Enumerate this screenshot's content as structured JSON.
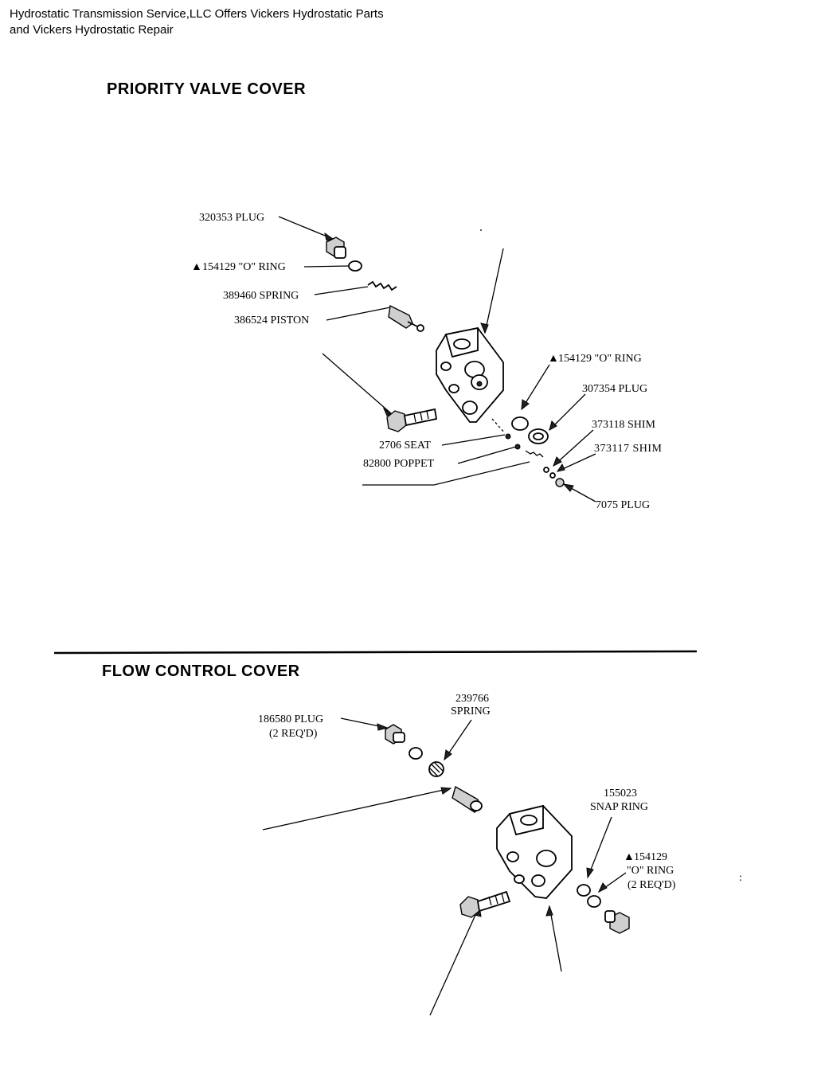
{
  "header": {
    "line1": "Hydrostatic Transmission Service,LLC Offers Vickers Hydrostatic Parts",
    "line2": "and Vickers Hydrostatic Repair"
  },
  "priority": {
    "title": "PRIORITY VALVE COVER",
    "labels": {
      "plug_320353": "320353 PLUG",
      "oring_top": "154129 \"O\" RING",
      "spring_389460": "389460 SPRING",
      "piston_386524": "386524 PISTON",
      "oring_right": "154129 \"O\" RING",
      "plug_307354": "307354 PLUG",
      "shim_373118": "373118 SHIM",
      "shim_373117": "373117 SHIM",
      "seat_2706": "2706 SEAT",
      "poppet_82800": "82800 POPPET",
      "plug_7075": "7075 PLUG"
    },
    "triangle": "▲"
  },
  "flow": {
    "title": "FLOW CONTROL COVER",
    "labels": {
      "spring_num": "239766",
      "spring_name": "SPRING",
      "plug_186580": "186580 PLUG",
      "plug_req": "(2 REQ'D)",
      "snap_num": "155023",
      "snap_name": "SNAP RING",
      "oring_num": "154129",
      "oring_name": "\"O\" RING",
      "oring_req": "(2 REQ'D)"
    },
    "triangle": "▲"
  }
}
